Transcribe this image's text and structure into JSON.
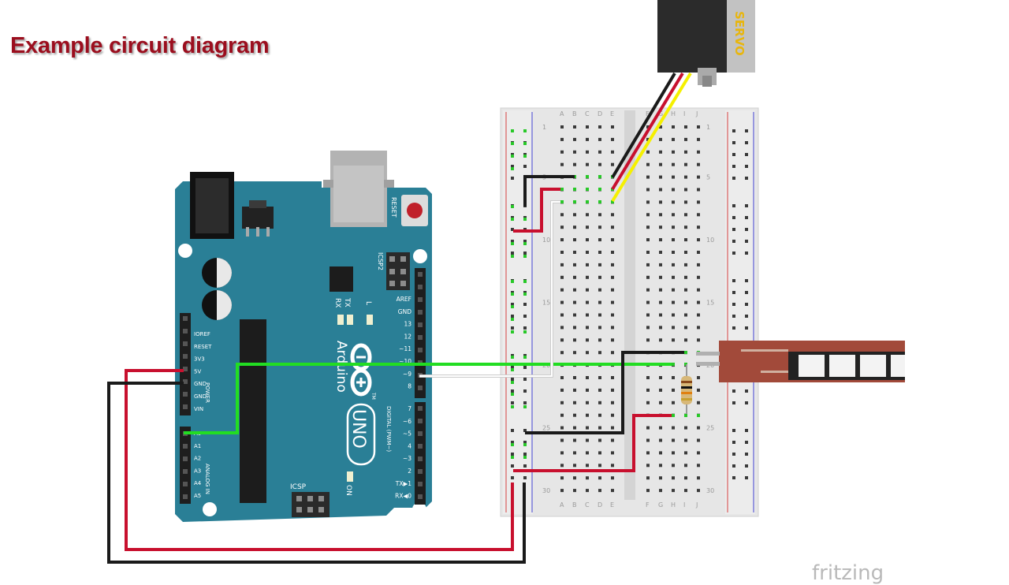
{
  "title": "Example circuit diagram",
  "watermark": "fritzing",
  "arduino": {
    "reset": "RESET",
    "icsp2": "ICSP2",
    "icsp": "ICSP",
    "rx": "RX",
    "tx": "TX",
    "l": "L",
    "on": "ON",
    "brand": "Arduino",
    "tm": "TM",
    "model": "UNO",
    "digital": "DIGITAL (PWM~)",
    "power": "POWER",
    "analog_in": "ANALOG IN",
    "power_pins": [
      "IOREF",
      "RESET",
      "3V3",
      "5V",
      "GND",
      "GND",
      "VIN"
    ],
    "analog_pins": [
      "A0",
      "A1",
      "A2",
      "A3",
      "A4",
      "A5"
    ],
    "digital_top": [
      "AREF",
      "GND",
      "13",
      "12",
      "~11",
      "~10",
      "~9",
      "8"
    ],
    "digital_bottom": [
      "7",
      "~6",
      "~5",
      "4",
      "~3",
      "2",
      "TX▶1",
      "RX◀0"
    ]
  },
  "servo": {
    "label": "SERVO"
  },
  "breadboard": {
    "columns_left": [
      "A",
      "B",
      "C",
      "D",
      "E"
    ],
    "columns_right": [
      "F",
      "G",
      "H",
      "I",
      "J"
    ],
    "row_numbers": [
      "1",
      "5",
      "10",
      "15",
      "20",
      "25",
      "30"
    ]
  },
  "colors": {
    "board": "#2a7f96",
    "wire_red": "#c8102e",
    "wire_black": "#1a1a1a",
    "wire_green": "#22dd22",
    "wire_yellow": "#f5f000",
    "title": "#9b0e1e"
  }
}
